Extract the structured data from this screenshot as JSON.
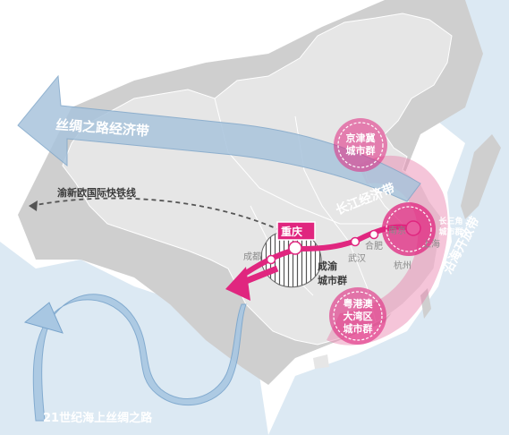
{
  "labels": {
    "silk_road_belt": "丝绸之路经济带",
    "yuxinou_railway": "渝新欧国际快铁线",
    "chongqing": "重庆",
    "chengdu": "成都",
    "chengyu_cluster": [
      "成渝",
      "城市群"
    ],
    "yangtze_belt": "长江经济带",
    "wuhan": "武汉",
    "hefei": "合肥",
    "nanjing": "南京",
    "shanghai": "上海",
    "hangzhou": "杭州",
    "jingjinji": [
      "京津冀",
      "城市群"
    ],
    "yangtze_delta": [
      "长三角",
      "城市群"
    ],
    "gba": [
      "粤港澳",
      "大湾区",
      "城市群"
    ],
    "coastal_belt": "沿海开放带",
    "maritime_silk_road": "21世纪海上丝绸之路"
  },
  "colors": {
    "ocean": "#dce9f3",
    "land": "#c9c9c9",
    "china": "#e6e6e6",
    "magenta": "#e0267f",
    "belt_blue": "#a9c4dc",
    "maritime_blue": "#a8c7e2"
  }
}
